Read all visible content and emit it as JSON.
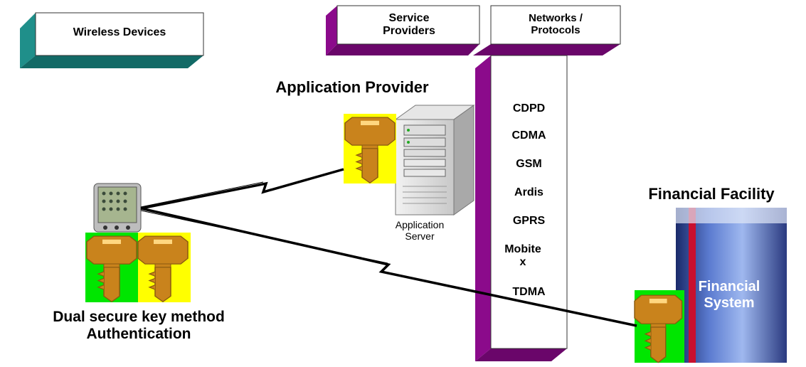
{
  "legend": {
    "wireless_devices": "Wireless Devices"
  },
  "column_headers": {
    "service_providers": "Service Providers",
    "networks_protocols": "Networks / Protocols"
  },
  "protocols": [
    "CDPD",
    "CDMA",
    "GSM",
    "Ardis",
    "GPRS",
    "Mobite x",
    "TDMA"
  ],
  "application_provider": {
    "title": "Application Provider",
    "server_label": "Application Server"
  },
  "financial_facility": {
    "title": "Financial Facility",
    "system_label": "Financial System"
  },
  "device": {
    "caption": "Dual secure key method Authentication"
  },
  "colors": {
    "legend_box_side": "#1f8f8a",
    "provider_box_side": "#8b0a8b",
    "key_gold": "#c9831c",
    "key_bg_yellow": "#ffff00",
    "key_bg_green": "#00e600"
  }
}
